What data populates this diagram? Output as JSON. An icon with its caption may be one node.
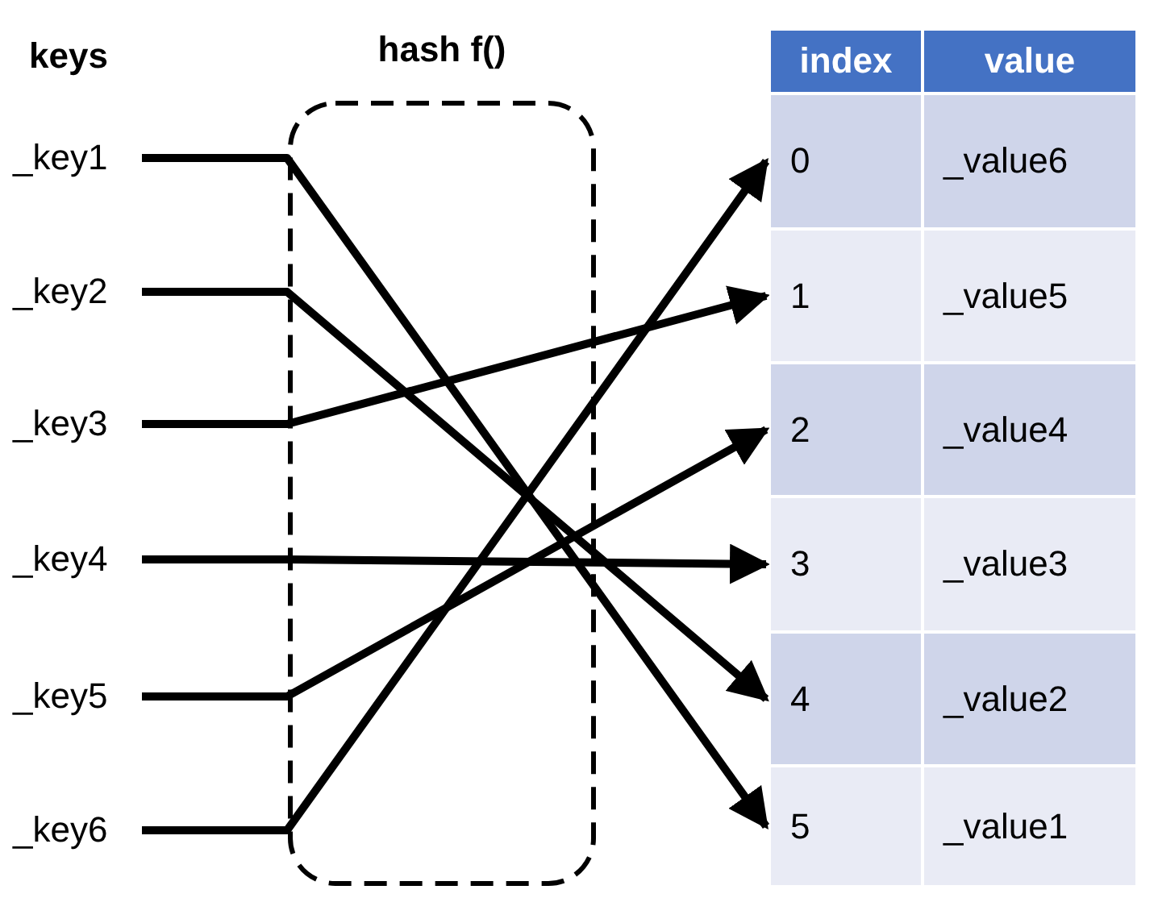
{
  "diagram": {
    "nodes": [
      {
        "text": [
          "_key1"
        ]
      },
      {
        "text": [
          "_key2"
        ]
      },
      {
        "text": [
          "_key3"
        ]
      },
      {
        "text": [
          "_key4"
        ]
      },
      {
        "text": [
          "_key5"
        ]
      },
      {
        "text": [
          "_key6"
        ]
      },
      {
        "text": [
          "0"
        ]
      },
      {
        "text": [
          "1"
        ]
      },
      {
        "text": [
          "2"
        ]
      },
      {
        "text": [
          "3"
        ]
      },
      {
        "text": [
          "4"
        ]
      },
      {
        "text": [
          "5"
        ]
      }
    ],
    "edges": [
      {
        "from": 0,
        "to": 11,
        "arrow": "to"
      },
      {
        "from": 1,
        "to": 10,
        "arrow": "to"
      },
      {
        "from": 2,
        "to": 7,
        "arrow": "to"
      },
      {
        "from": 3,
        "to": 9,
        "arrow": "to"
      },
      {
        "from": 4,
        "to": 8,
        "arrow": "to"
      },
      {
        "from": 5,
        "to": 6,
        "arrow": "to"
      }
    ],
    "labels": [
      "keys",
      "hash f()",
      "index",
      "value",
      "_value6",
      "_value5",
      "_value4",
      "_value3",
      "_value2",
      "_value1"
    ]
  }
}
